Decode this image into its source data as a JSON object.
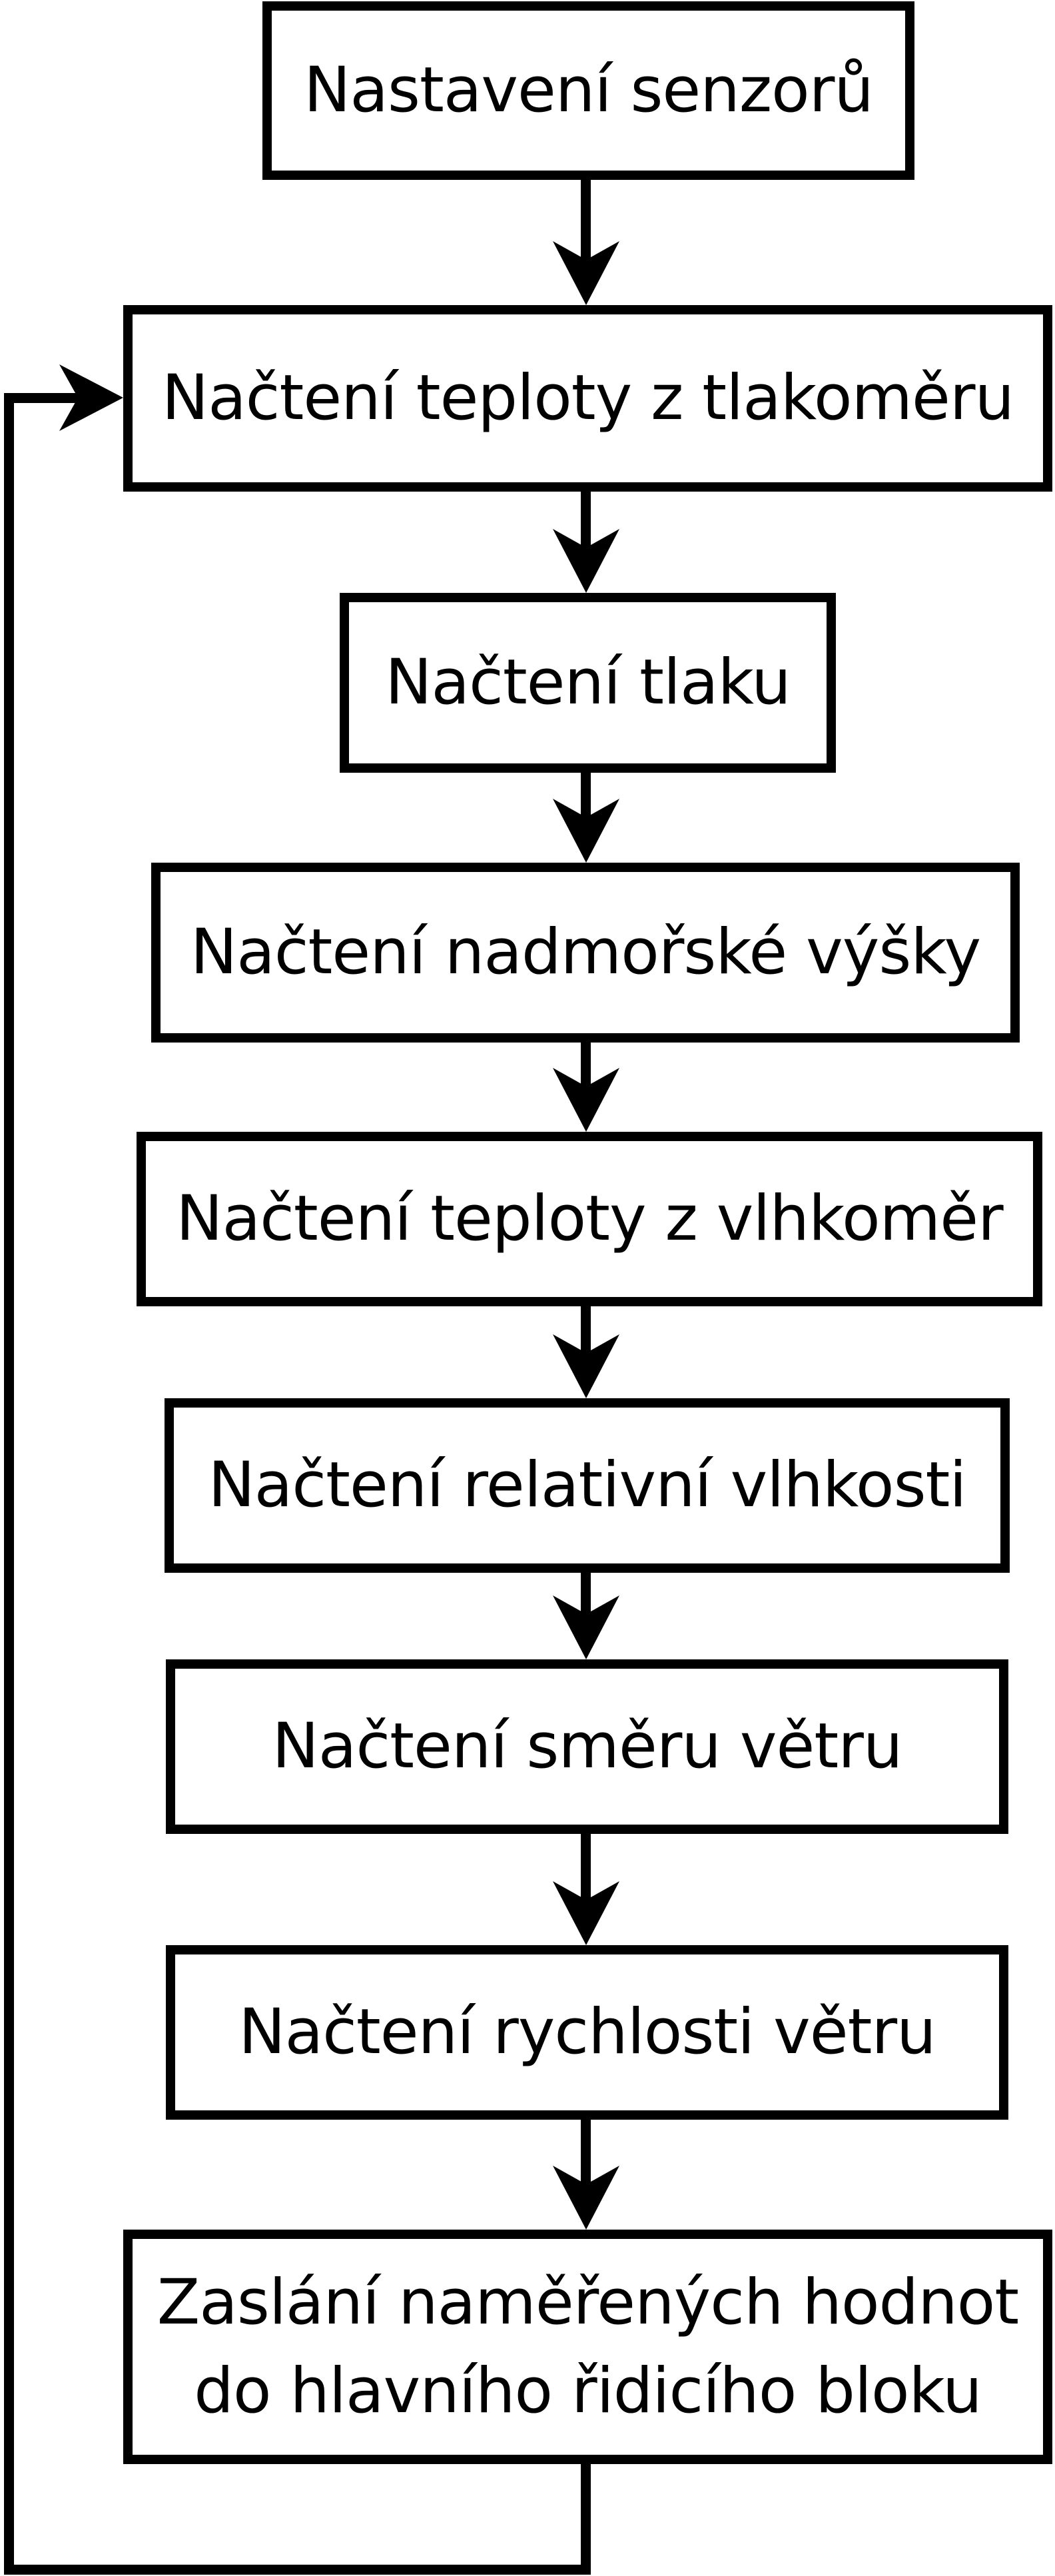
{
  "diagram": {
    "type": "flowchart",
    "background_color": "#ffffff",
    "stroke_color": "#000000",
    "nodes": [
      {
        "id": "setup-sensors",
        "label": "Nastavení senzorů"
      },
      {
        "id": "read-temp-barometer",
        "label": "Načtení teploty z tlakoměru"
      },
      {
        "id": "read-pressure",
        "label": "Načtení tlaku"
      },
      {
        "id": "read-altitude",
        "label": "Načtení nadmořské výšky"
      },
      {
        "id": "read-temp-hygrometer",
        "label": "Načtení teploty z vlhkoměr"
      },
      {
        "id": "read-rel-humidity",
        "label": "Načtení relativní vlhkosti"
      },
      {
        "id": "read-wind-direction",
        "label": "Načtení směru větru"
      },
      {
        "id": "read-wind-speed",
        "label": "Načtení rychlosti větru"
      },
      {
        "id": "send-values",
        "label": "Zaslání naměřených hodnot\ndo hlavního řidicího bloku"
      }
    ],
    "edges": [
      {
        "from": "setup-sensors",
        "to": "read-temp-barometer",
        "kind": "arrow-down"
      },
      {
        "from": "read-temp-barometer",
        "to": "read-pressure",
        "kind": "arrow-down"
      },
      {
        "from": "read-pressure",
        "to": "read-altitude",
        "kind": "arrow-down"
      },
      {
        "from": "read-altitude",
        "to": "read-temp-hygrometer",
        "kind": "arrow-down"
      },
      {
        "from": "read-temp-hygrometer",
        "to": "read-rel-humidity",
        "kind": "arrow-down"
      },
      {
        "from": "read-rel-humidity",
        "to": "read-wind-direction",
        "kind": "arrow-down"
      },
      {
        "from": "read-wind-direction",
        "to": "read-wind-speed",
        "kind": "arrow-down"
      },
      {
        "from": "read-wind-speed",
        "to": "send-values",
        "kind": "arrow-down"
      },
      {
        "from": "send-values",
        "to": "read-temp-barometer",
        "kind": "loop-back-left"
      }
    ]
  }
}
